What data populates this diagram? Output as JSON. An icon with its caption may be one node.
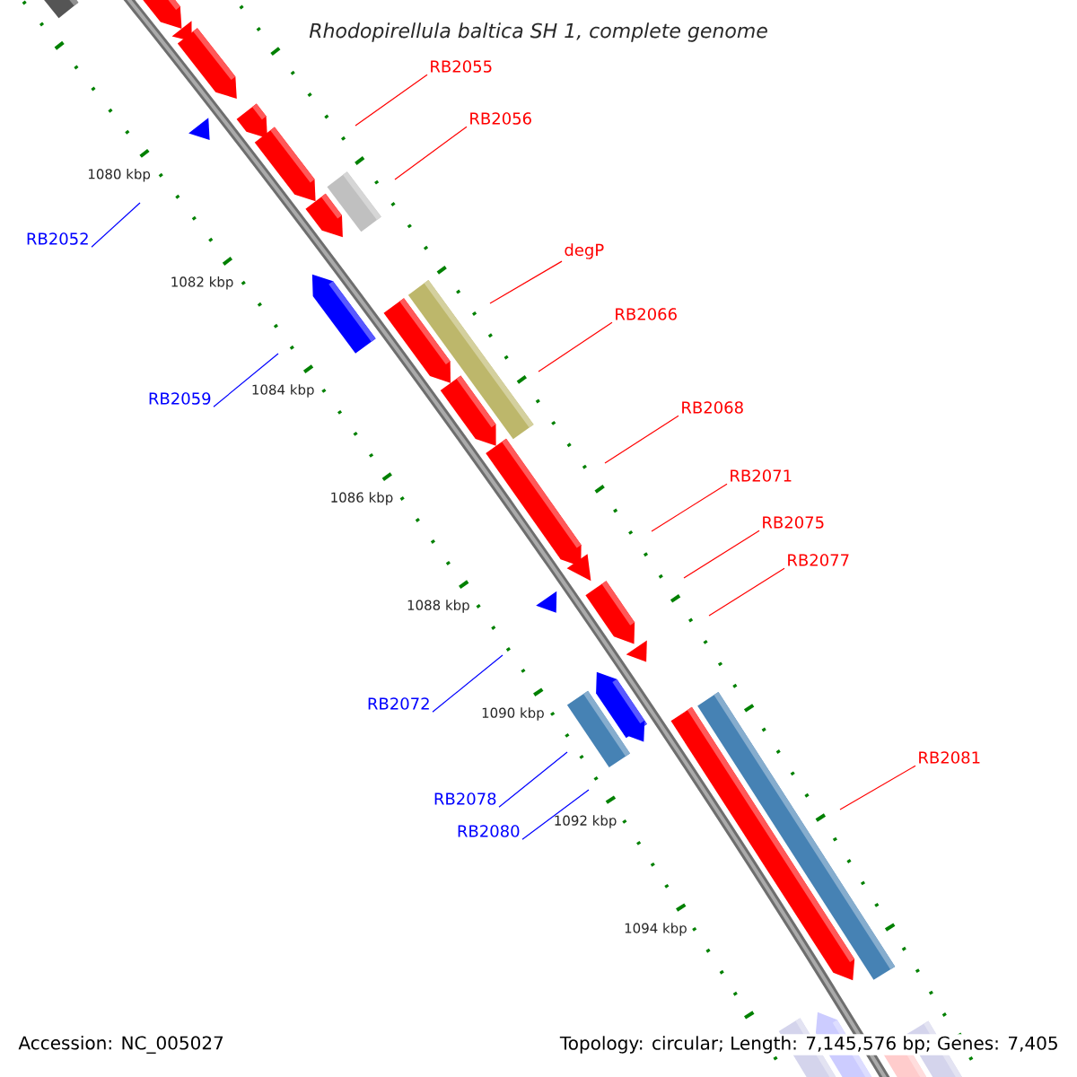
{
  "diagram": {
    "title": "*Rhodopirellula baltica* SH 1, complete genome",
    "nodes": [
      {
        "text": [
          "RB2055"
        ]
      },
      {
        "text": [
          "RB2056"
        ]
      },
      {
        "text": [
          "RB2052"
        ]
      },
      {
        "text": [
          "degP"
        ]
      },
      {
        "text": [
          "RB2066"
        ]
      },
      {
        "text": [
          "RB2059"
        ]
      },
      {
        "text": [
          "RB2068"
        ]
      },
      {
        "text": [
          "RB2071"
        ]
      },
      {
        "text": [
          "RB2075"
        ]
      },
      {
        "text": [
          "RB2077"
        ]
      },
      {
        "text": [
          "RB2072"
        ]
      },
      {
        "text": [
          "RB2081"
        ]
      },
      {
        "text": [
          "RB2078"
        ]
      },
      {
        "text": [
          "RB2080"
        ]
      }
    ],
    "edges": [
      {
        "from": 0,
        "to": null,
        "arrow": "none"
      },
      {
        "from": 1,
        "to": null,
        "arrow": "none"
      },
      {
        "from": 2,
        "to": null,
        "arrow": "none",
        "color": "#0000ff"
      },
      {
        "from": 3,
        "to": null,
        "arrow": "none"
      },
      {
        "from": 4,
        "to": null,
        "arrow": "none"
      },
      {
        "from": 5,
        "to": null,
        "arrow": "none",
        "color": "#0000ff"
      },
      {
        "from": 6,
        "to": null,
        "arrow": "none"
      },
      {
        "from": 7,
        "to": null,
        "arrow": "none"
      },
      {
        "from": 8,
        "to": null,
        "arrow": "none"
      },
      {
        "from": 9,
        "to": null,
        "arrow": "none"
      },
      {
        "from": 10,
        "to": null,
        "arrow": "none",
        "color": "#0000ff"
      },
      {
        "from": 11,
        "to": null,
        "arrow": "none"
      },
      {
        "from": 12,
        "to": null,
        "arrow": "none",
        "color": "#0000ff"
      },
      {
        "from": 13,
        "to": null,
        "arrow": "none",
        "color": "#0000ff"
      }
    ],
    "labels": [
      "1080 kbp",
      "1082 kbp",
      "1084 kbp",
      "1086 kbp",
      "1088 kbp",
      "1090 kbp",
      "1092 kbp",
      "1094 kbp",
      "Accession: NC_005027",
      "Topology: circular; Length: 7,145,576 bp; Genes: 7,405"
    ]
  }
}
